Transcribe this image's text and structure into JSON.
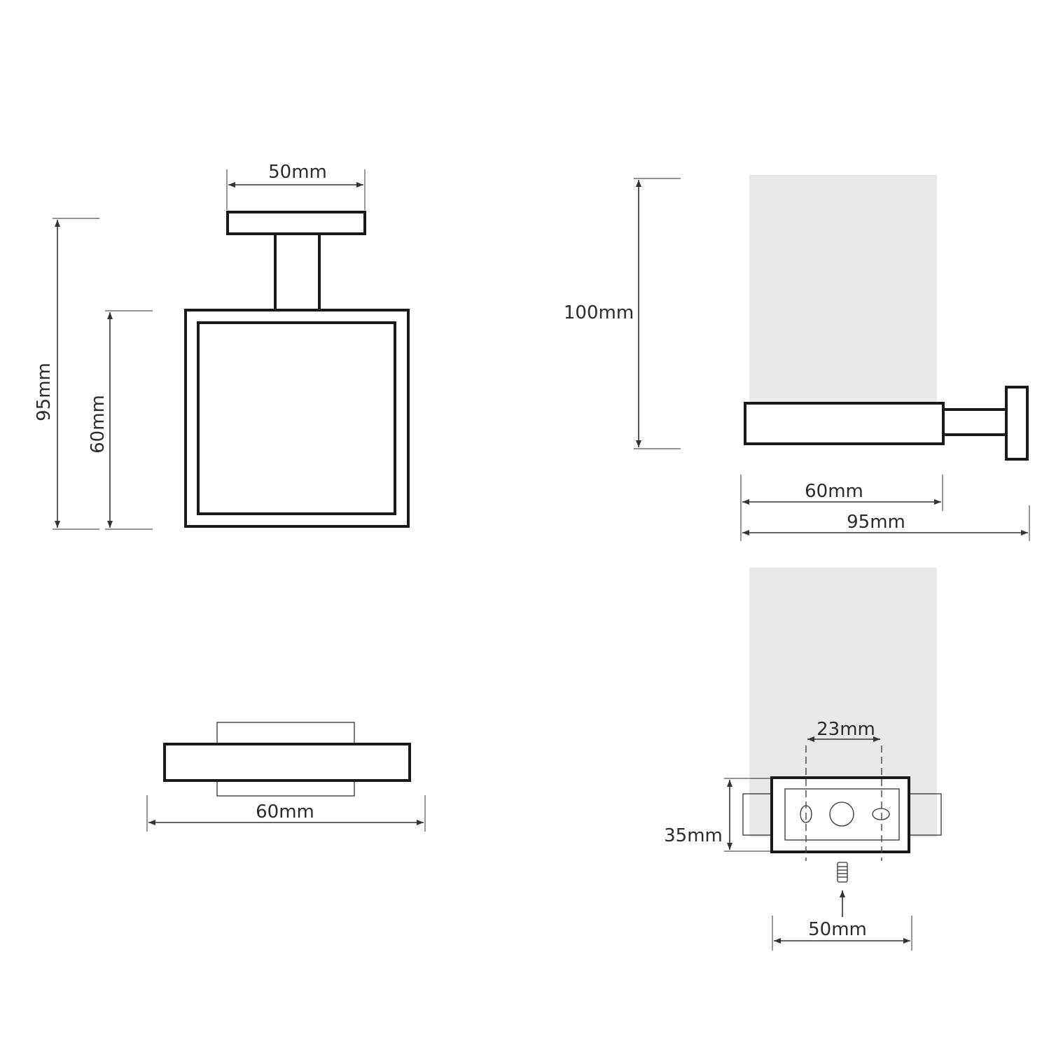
{
  "front_view": {
    "width_label": "50mm",
    "overall_height_label": "95mm",
    "holder_height_label": "60mm"
  },
  "side_view": {
    "glass_height_label": "100mm",
    "holder_depth_label": "60mm",
    "overall_depth_label": "95mm"
  },
  "top_view": {
    "width_label": "60mm"
  },
  "mounting_view": {
    "hole_spacing_label": "23mm",
    "plate_height_label": "35mm",
    "plate_width_label": "50mm"
  },
  "colors": {
    "line": "#1a1a1a",
    "glass": "#e9e8e9"
  }
}
